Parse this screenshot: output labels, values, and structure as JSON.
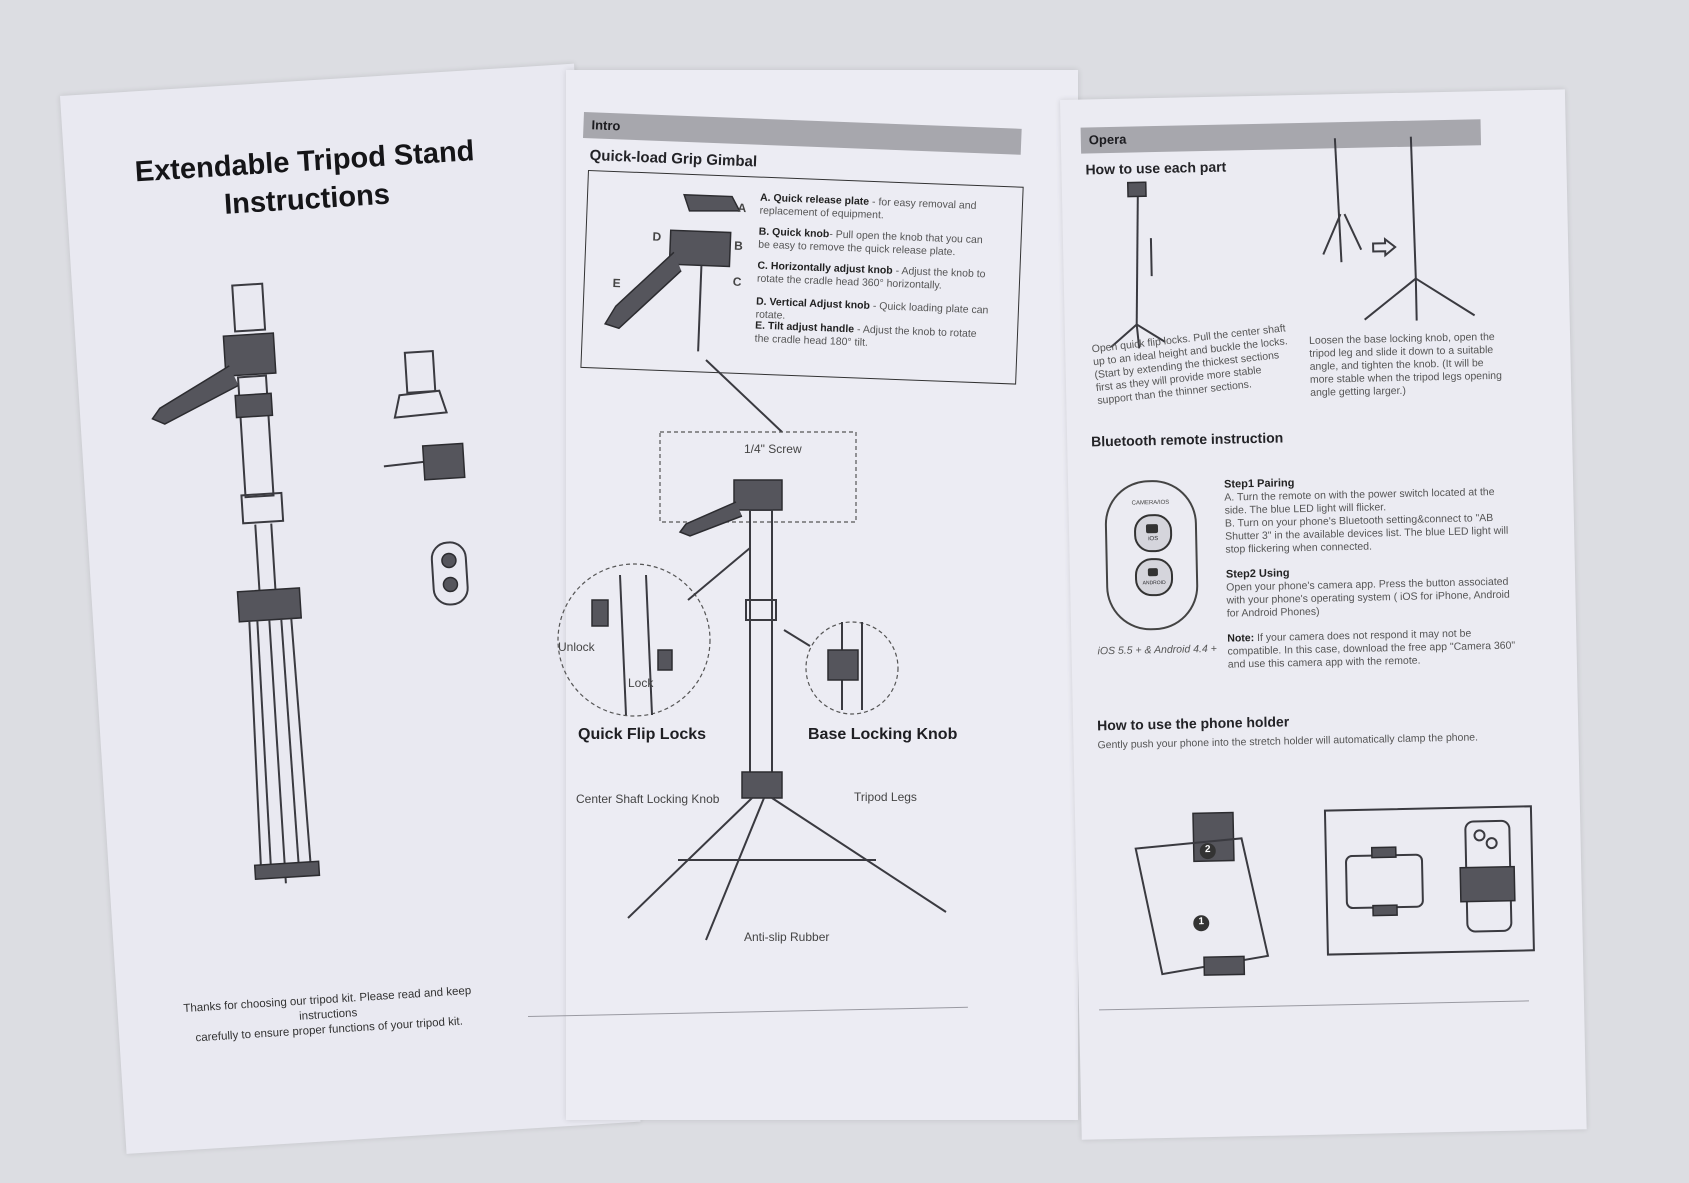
{
  "left_panel": {
    "title_line1": "Extendable Tripod Stand",
    "title_line2": "Instructions",
    "footer_line1": "Thanks for choosing our tripod kit. Please read and keep instructions",
    "footer_line2": "carefully to ensure proper functions of your tripod kit."
  },
  "middle_panel": {
    "section": "Intro",
    "heading": "Quick-load Grip Gimbal",
    "gimbal_letters": [
      "A",
      "B",
      "C",
      "D",
      "E"
    ],
    "gimbal_items": [
      {
        "name": "A. Quick release plate",
        "desc": " - for easy removal and replacement of equipment."
      },
      {
        "name": "B. Quick knob",
        "desc": "- Pull open the knob that you can be easy to remove the quick release plate."
      },
      {
        "name": "C. Horizontally adjust knob",
        "desc": " - Adjust the knob to rotate the cradle head 360° horizontally."
      },
      {
        "name": "D. Vertical Adjust knob",
        "desc": " - Quick loading plate can rotate."
      },
      {
        "name": "E. Tilt adjust handle",
        "desc": " - Adjust the knob to rotate the cradle head 180° tilt."
      }
    ],
    "screw_label": "1/4\" Screw",
    "unlock_label": "Unlock",
    "lock_label": "Lock",
    "quick_flip_title": "Quick Flip Locks",
    "base_locking_title": "Base Locking Knob",
    "center_shaft_label": "Center Shaft Locking Knob",
    "tripod_legs_label": "Tripod Legs",
    "anti_slip_label": "Anti-slip Rubber"
  },
  "right_panel": {
    "section": "Opera",
    "heading_parts": "How to use each part",
    "part_left_text": "Open quick flip locks. Pull the center shaft up to an ideal height and buckle the locks. (Start by extending the thickest sections first as they will provide more stable support than the thinner sections.",
    "part_right_text": "Loosen the base locking knob, open the tripod leg and slide it down to a suitable angle, and tighten the knob. (It will be more stable when the tripod legs opening angle getting larger.)",
    "heading_bt": "Bluetooth remote instruction",
    "remote_top": "CAMERA/IOS",
    "remote_ios": "iOS",
    "remote_android": "ANDROID",
    "remote_caption": "iOS 5.5 + & Android 4.4 +",
    "step1_title": "Step1 Pairing",
    "step1_a": "A. Turn the remote on with the power switch located at the side. The blue LED light will flicker.",
    "step1_b": "B. Turn on your phone's Bluetooth setting&connect to \"AB Shutter 3\" in the available devices list. The blue LED light will stop flickering when connected.",
    "step2_title": "Step2 Using",
    "step2_text": "Open your phone's camera app. Press the button associated with your phone's operating system ( iOS for iPhone, Android for Android Phones)",
    "note_label": "Note:",
    "note_text": " If your camera does not respond it may not be compatible. In this case, download the free app \"Camera 360\" and use this camera app with the remote.",
    "heading_holder": "How to use the phone holder",
    "holder_text": "Gently push your phone into the stretch holder will automatically clamp the phone.",
    "step_numbers": [
      "1",
      "2"
    ]
  }
}
